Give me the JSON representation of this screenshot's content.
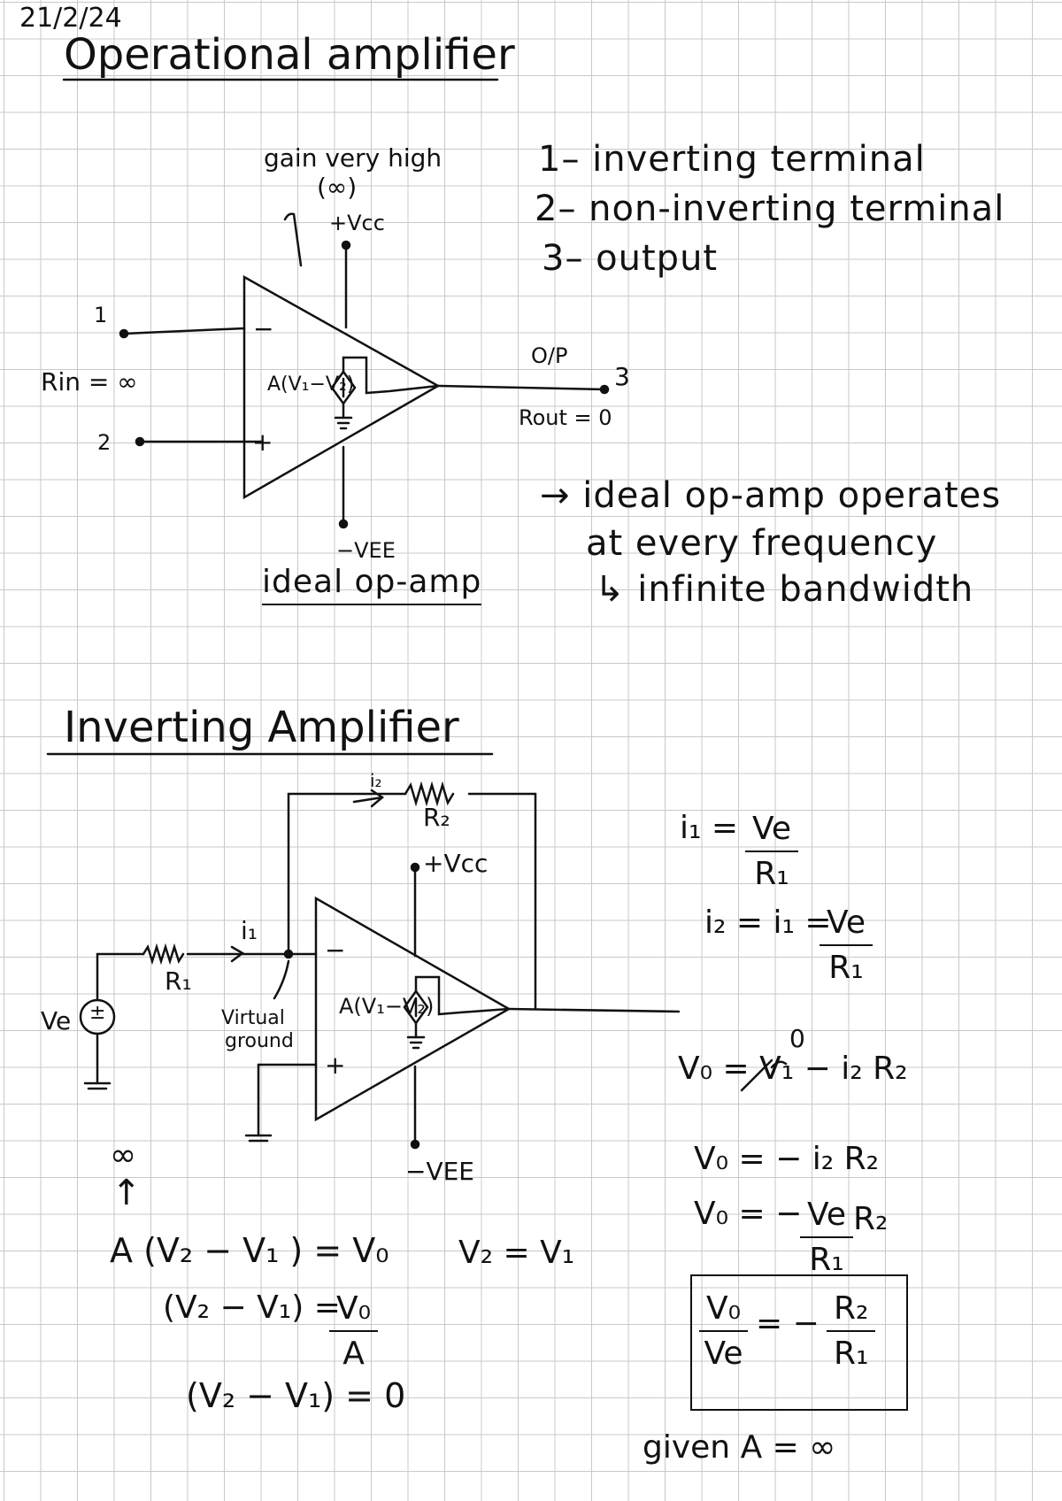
{
  "date": "21/2/24",
  "section1": {
    "title": "Operational amplifier",
    "gain_note": "gain very high",
    "gain_inf": "(∞)",
    "vcc": "+Vcc",
    "vee": "−VEE",
    "terminal1_num": "1",
    "terminal2_num": "2",
    "terminal3_num": "3",
    "rin": "Rin = ∞",
    "minus": "−",
    "plus": "+",
    "gain_expr": "A(V₁−V₂)",
    "output_label": "O/P",
    "rout": "Rout = 0",
    "caption": "ideal op-amp",
    "terminal_list": [
      "1– inverting  terminal",
      "2– non-inverting  terminal",
      "3– output"
    ],
    "notes": [
      "→ ideal  op-amp  operates",
      "at  every  frequency",
      "↳ infinite  bandwidth"
    ]
  },
  "section2": {
    "title": "Inverting  Amplifier",
    "i2": "i₂",
    "r2": "R₂",
    "vcc": "+Vcc",
    "vee": "−VEE",
    "i1": "i₁",
    "r1": "R₁",
    "source": "Ve",
    "virtual_ground_line1": "Virtual",
    "virtual_ground_line2": "ground",
    "minus": "−",
    "plus": "+",
    "gain_expr": "A(V₁−V₂)",
    "eq_i1_lhs": "i₁ =",
    "eq_i1_num": "Ve",
    "eq_i1_den": "R₁",
    "eq_i2_lhs": "i₂ = i₁ =",
    "eq_i2_num": "Ve",
    "eq_i2_den": "R₁",
    "eq_vo1": "V₀ = V₁ − i₂ R₂",
    "eq_vo1_zero": "0",
    "eq_vo2": "V₀  =  − i₂ R₂",
    "eq_vo3_lhs": "V₀  =  −",
    "eq_vo3_num": "Ve",
    "eq_vo3_den": "R₁",
    "eq_vo3_rhs": "R₂",
    "result_num": "V₀",
    "result_den": "Ve",
    "result_mid": "=  −",
    "result_rnum": "R₂",
    "result_rden": "R₁",
    "given": "given  A = ∞",
    "inf_mark": "∞",
    "arrow_up": "↑",
    "eq_a1": "A (V₂ − V₁ )  = V₀",
    "eq_a2_lhs": "(V₂ − V₁)  =",
    "eq_a2_num": "V₀",
    "eq_a2_den": "A",
    "eq_a3": "(V₂ − V₁)  = 0",
    "eq_v2v1": "V₂  =  V₁"
  }
}
